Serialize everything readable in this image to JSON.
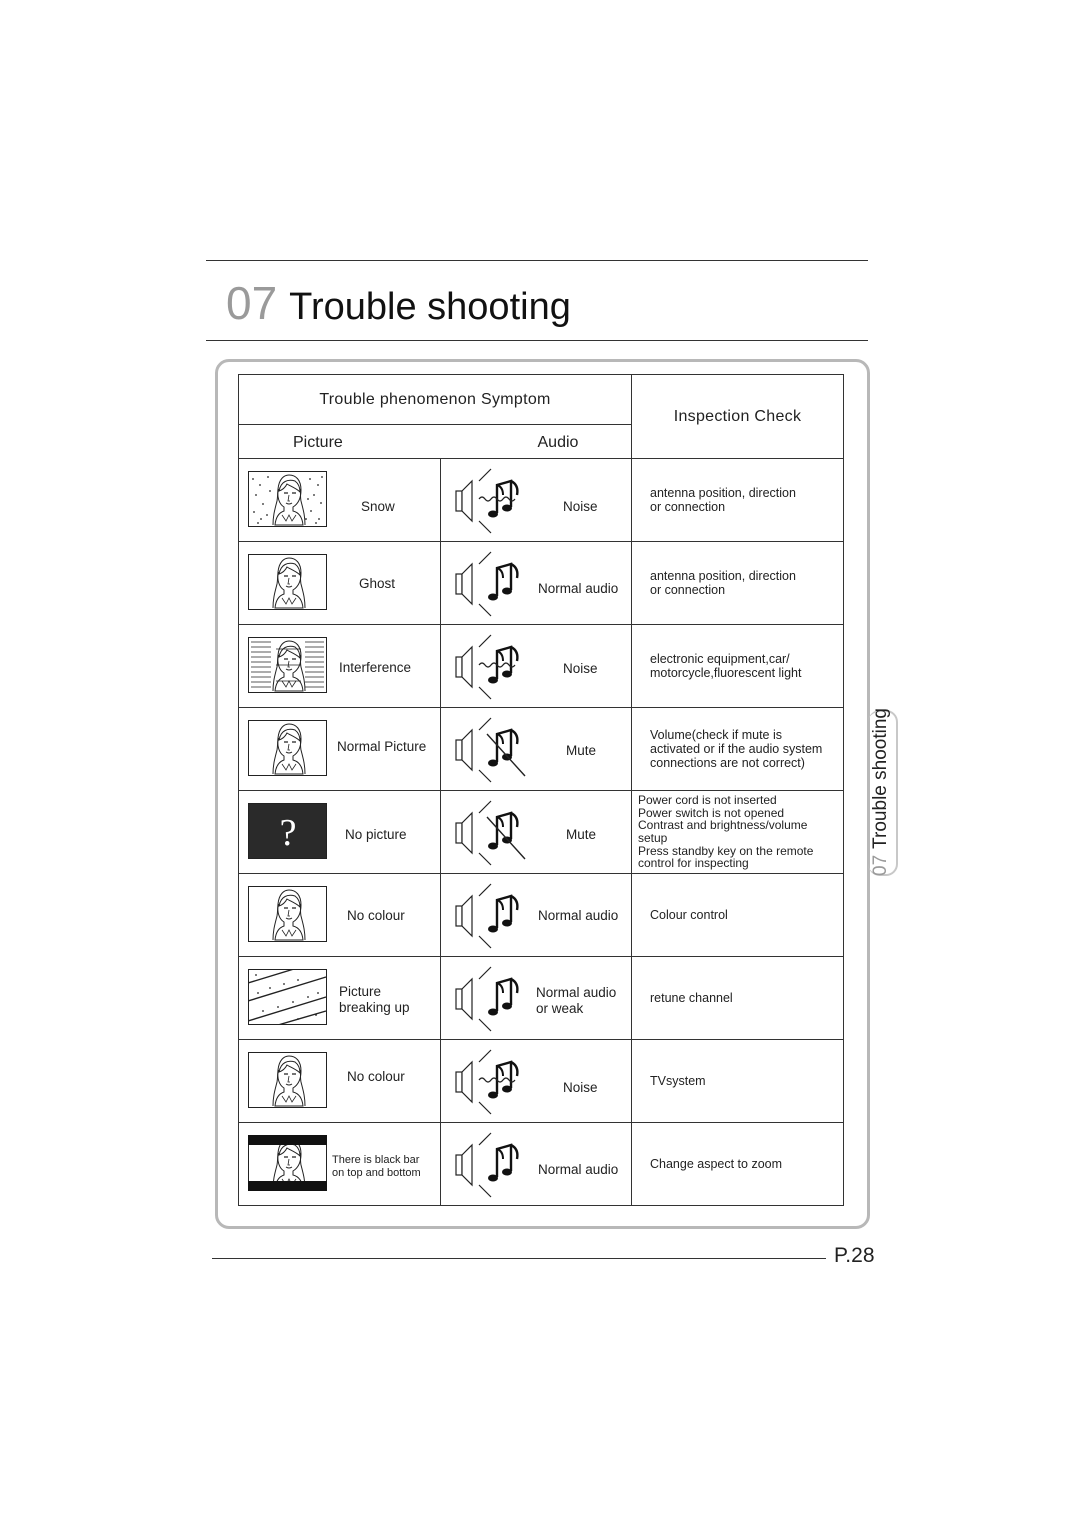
{
  "header": {
    "section_number": "07",
    "title": "Trouble shooting"
  },
  "table": {
    "symptom_header": "Trouble phenomenon Symptom",
    "picture_header": "Picture",
    "audio_header": "Audio",
    "inspection_header": "Inspection Check",
    "rows": [
      {
        "picture_icon": "snow-screen-icon",
        "picture": "Snow",
        "audio_icon": "speaker-noise-icon",
        "audio": "Noise",
        "inspection": "antenna position, direction\nor connection"
      },
      {
        "picture_icon": "ghost-screen-icon",
        "picture": "Ghost",
        "audio_icon": "speaker-normal-icon",
        "audio": "Normal audio",
        "inspection": " antenna position, direction\nor connection"
      },
      {
        "picture_icon": "interference-screen-icon",
        "picture": "Interference",
        "audio_icon": "speaker-noise-icon",
        "audio": "Noise",
        "inspection": " electronic equipment,car/\nmotorcycle,fluorescent light"
      },
      {
        "picture_icon": "normal-screen-icon",
        "picture": "Normal Picture",
        "audio_icon": "speaker-mute-icon",
        "audio": "Mute",
        "inspection": " Volume(check if mute is\nactivated or if the audio system\nconnections are  not correct)"
      },
      {
        "picture_icon": "no-picture-screen-icon",
        "picture": "No picture",
        "no_picture_glyph": "?",
        "audio_icon": "speaker-mute-icon",
        "audio": "Mute",
        "inspection": "Power cord is not inserted\nPower switch is not opened\nContrast and brightness/volume\nsetup\nPress standby key on the remote\ncontrol for inspecting"
      },
      {
        "picture_icon": "normal-screen-icon",
        "picture": "No colour",
        "audio_icon": "speaker-normal-icon",
        "audio": "Normal audio",
        "inspection": "Colour control"
      },
      {
        "picture_icon": "breaking-screen-icon",
        "picture": "Picture\nbreaking up",
        "audio_icon": "speaker-normal-icon",
        "audio": "Normal audio\nor weak",
        "inspection": "retune channel"
      },
      {
        "picture_icon": "normal-screen-icon",
        "picture": "No colour",
        "audio_icon": "speaker-noise-icon",
        "audio": "Noise",
        "inspection": "TVsystem"
      },
      {
        "picture_icon": "letterbox-screen-icon",
        "picture": "There is black bar\non top and bottom",
        "audio_icon": "speaker-normal-icon",
        "audio": "Normal audio",
        "inspection": "Change aspect to zoom"
      }
    ]
  },
  "side_tab": {
    "number": "07",
    "label": "Trouble shooting"
  },
  "footer": {
    "page": "P.28"
  }
}
